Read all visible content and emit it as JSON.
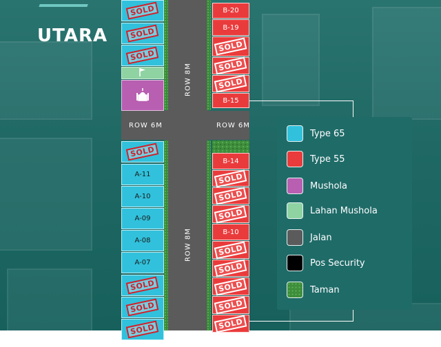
{
  "compass_label": "UTARA",
  "roads": {
    "row8m_top": "ROW 8M",
    "row8m_bottom": "ROW 8M",
    "row6m_left": "ROW 6M",
    "row6m_right": "ROW 6M"
  },
  "lots_left": [
    {
      "label": "",
      "type": "t65",
      "sold": true
    },
    {
      "label": "",
      "type": "t65",
      "sold": true
    },
    {
      "label": "",
      "type": "t65",
      "sold": true
    },
    {
      "label": "",
      "type": "lahan",
      "sold": false
    },
    {
      "label": "",
      "type": "mushola",
      "sold": false
    },
    {
      "label": "",
      "type": "t65",
      "sold": true
    },
    {
      "label": "A-11",
      "type": "t65",
      "sold": false
    },
    {
      "label": "A-10",
      "type": "t65",
      "sold": false
    },
    {
      "label": "A-09",
      "type": "t65",
      "sold": false
    },
    {
      "label": "A-08",
      "type": "t65",
      "sold": false
    },
    {
      "label": "A-07",
      "type": "t65",
      "sold": false
    },
    {
      "label": "",
      "type": "t65",
      "sold": true
    },
    {
      "label": "",
      "type": "t65",
      "sold": true
    },
    {
      "label": "",
      "type": "t65",
      "sold": true
    }
  ],
  "lots_right": [
    {
      "label": "B-20",
      "type": "t55",
      "sold": false
    },
    {
      "label": "B-19",
      "type": "t55",
      "sold": false
    },
    {
      "label": "",
      "type": "t55",
      "sold": true
    },
    {
      "label": "",
      "type": "t55",
      "sold": true
    },
    {
      "label": "",
      "type": "t55",
      "sold": true
    },
    {
      "label": "B-15",
      "type": "t55",
      "sold": false
    },
    {
      "label": "",
      "type": "taman",
      "sold": false
    },
    {
      "label": "B-14",
      "type": "t55",
      "sold": false
    },
    {
      "label": "",
      "type": "t55",
      "sold": true
    },
    {
      "label": "",
      "type": "t55",
      "sold": true
    },
    {
      "label": "",
      "type": "t55",
      "sold": true
    },
    {
      "label": "B-10",
      "type": "t55",
      "sold": false
    },
    {
      "label": "",
      "type": "t55",
      "sold": true
    },
    {
      "label": "",
      "type": "t55",
      "sold": true
    },
    {
      "label": "",
      "type": "t55",
      "sold": true
    },
    {
      "label": "",
      "type": "t55",
      "sold": true
    },
    {
      "label": "",
      "type": "t55",
      "sold": true
    }
  ],
  "sold_text": "SOLD",
  "legend": [
    {
      "label": "Type 65",
      "color": "#31c1dc"
    },
    {
      "label": "Type 55",
      "color": "#ea3b3c"
    },
    {
      "label": "Mushola",
      "color": "#b85fb1"
    },
    {
      "label": "Lahan Mushola",
      "color": "#8fd3a3"
    },
    {
      "label": "Jalan",
      "color": "#5b5b5b"
    },
    {
      "label": "Pos Security",
      "color": "#000000"
    },
    {
      "label": "Taman",
      "color": "#3f8e3c"
    }
  ]
}
